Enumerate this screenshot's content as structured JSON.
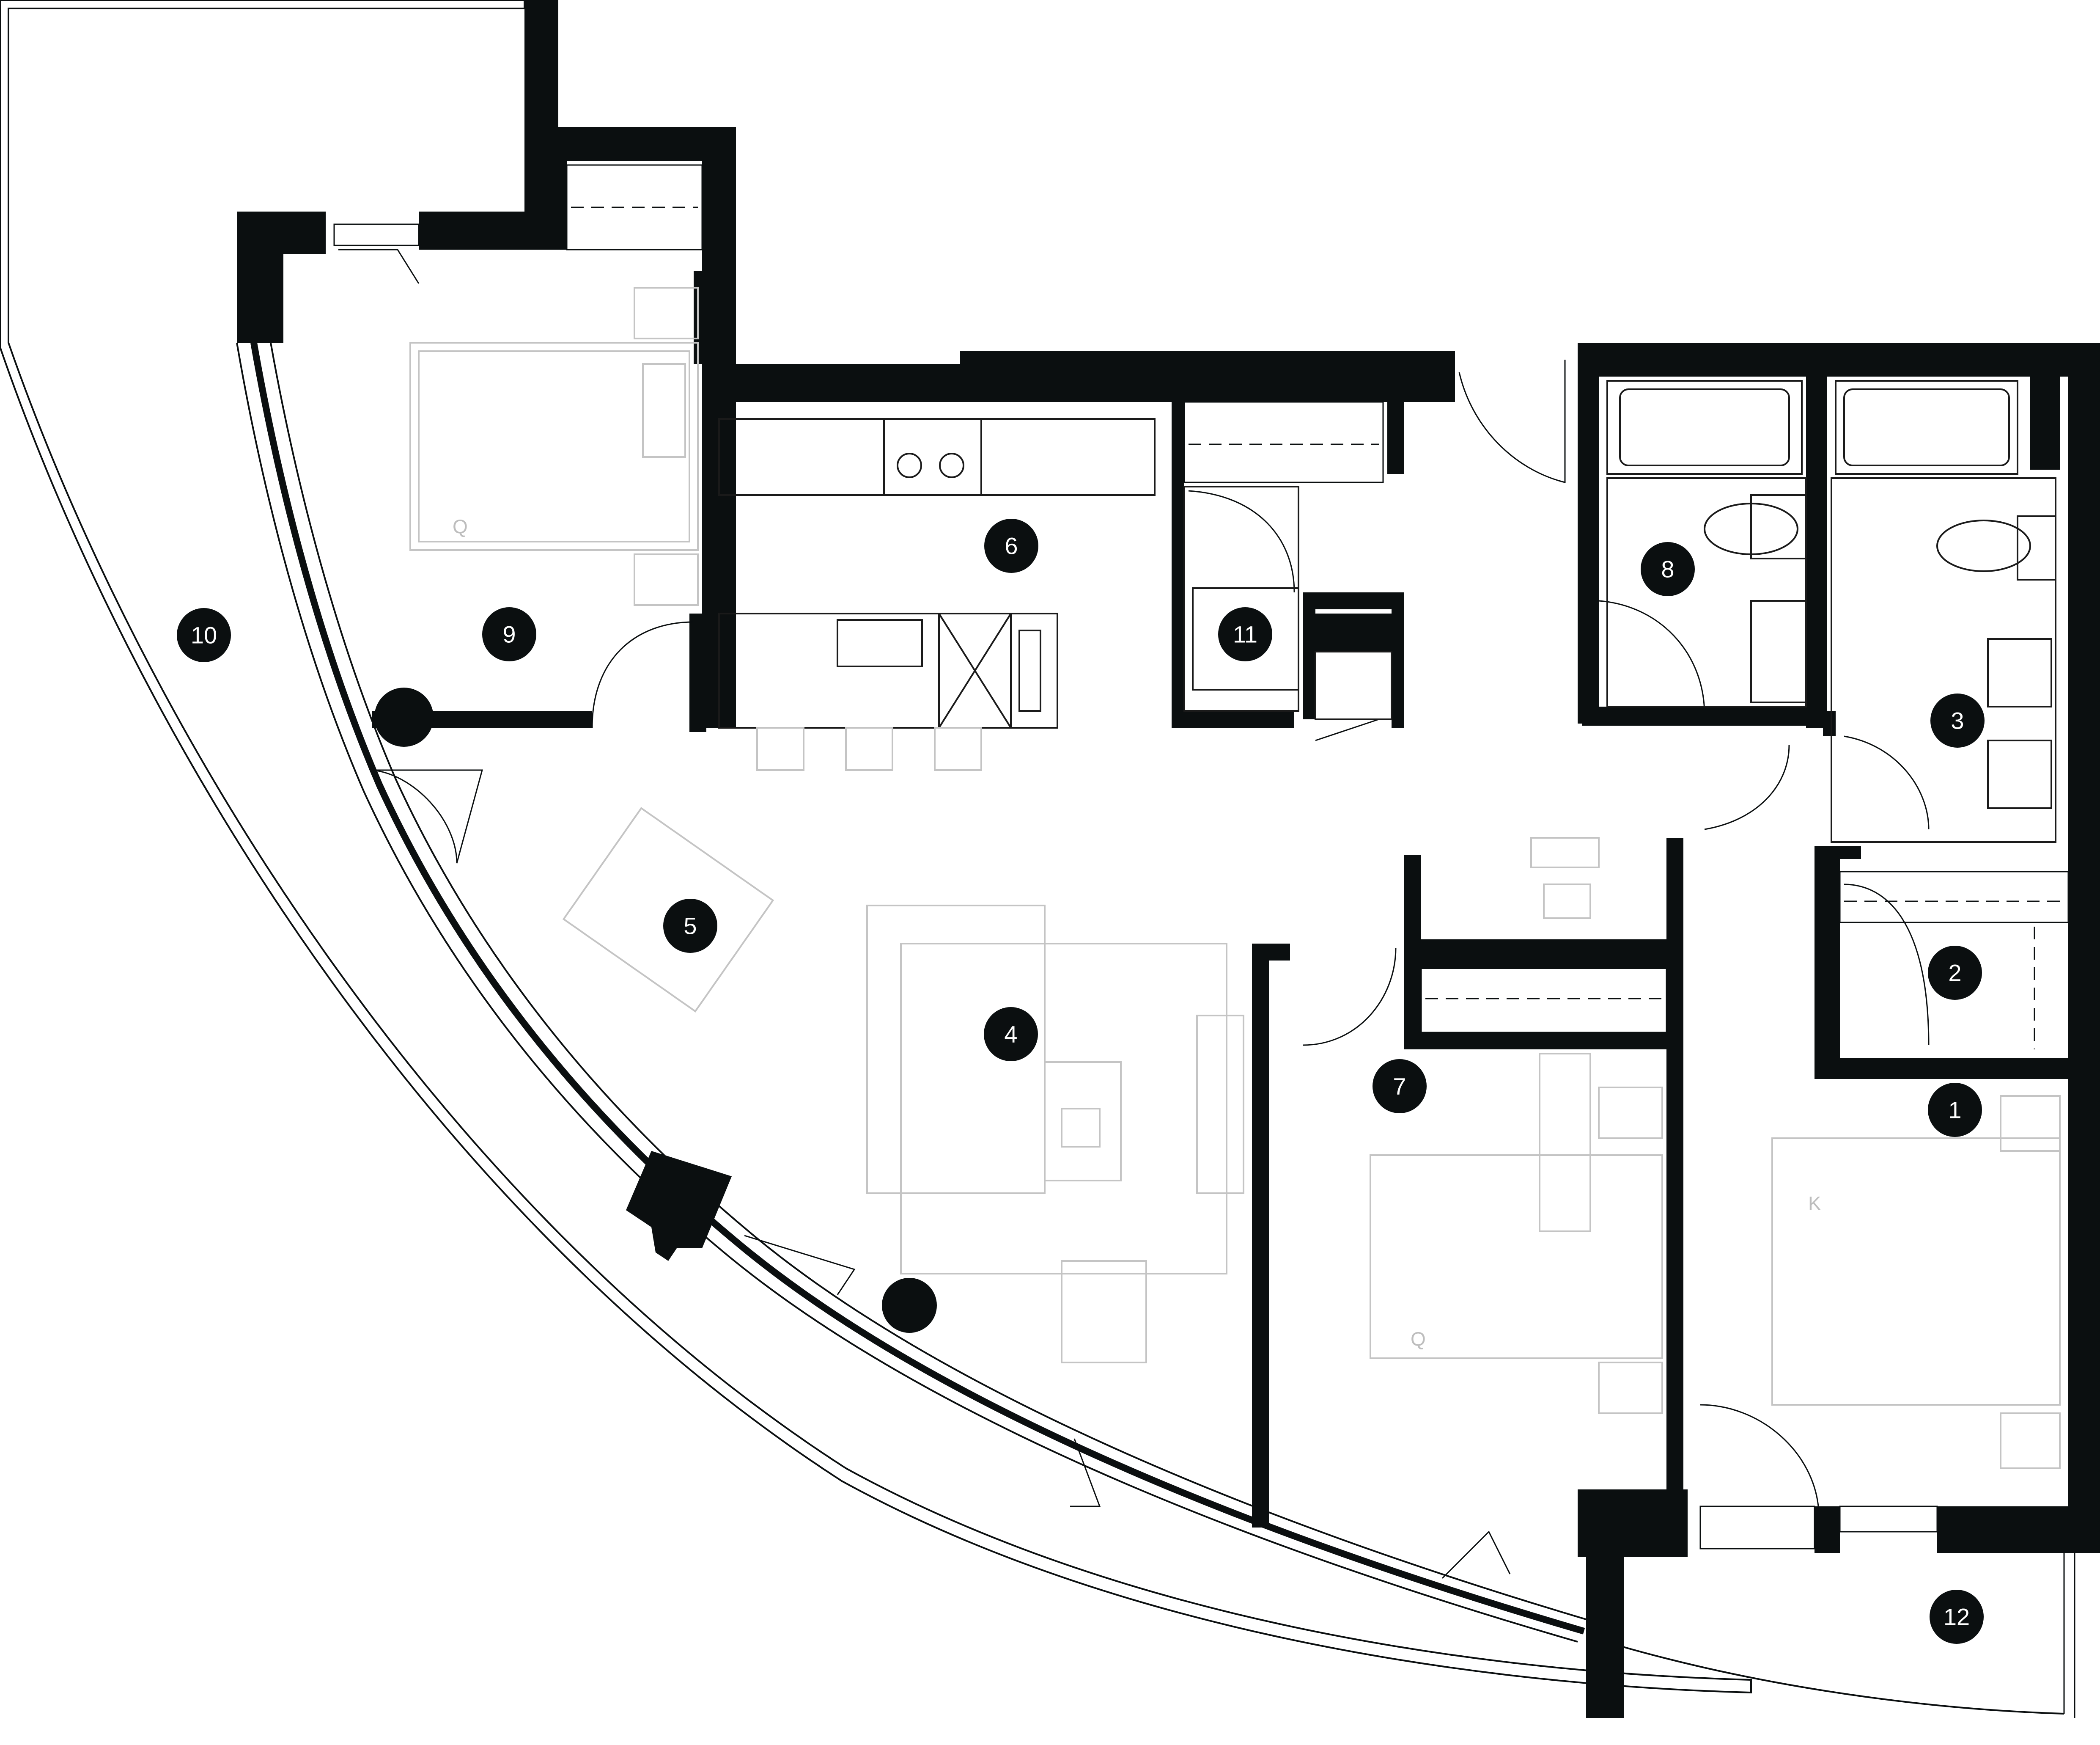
{
  "room_markers": [
    {
      "label": "1"
    },
    {
      "label": "2"
    },
    {
      "label": "3"
    },
    {
      "label": "4"
    },
    {
      "label": "5"
    },
    {
      "label": "6"
    },
    {
      "label": "7"
    },
    {
      "label": "8"
    },
    {
      "label": "9"
    },
    {
      "label": "10"
    },
    {
      "label": "11"
    },
    {
      "label": "12"
    }
  ],
  "bed_tags": [
    {
      "label": "Q"
    },
    {
      "label": "Q"
    },
    {
      "label": "K"
    }
  ],
  "colors": {
    "wall": "#0b0f10",
    "furniture": "#c4c4c4",
    "background": "#ffffff"
  }
}
